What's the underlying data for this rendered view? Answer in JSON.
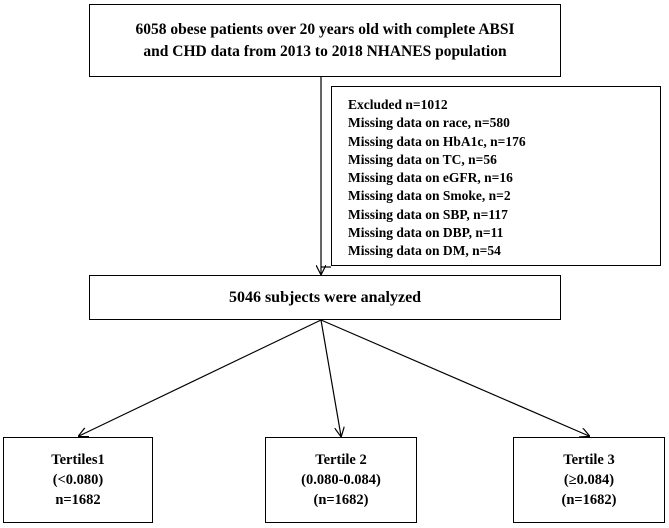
{
  "top_box": {
    "line1": "6058 obese patients over 20 years old with complete ABSI",
    "line2": "and CHD data from 2013 to 2018 NHANES population"
  },
  "exclusion_box": {
    "lines": [
      "Excluded n=1012",
      "Missing data on race,  n=580",
      "Missing data on HbA1c,  n=176",
      "Missing data on TC,  n=56",
      "Missing data on eGFR,  n=16",
      "Missing data on Smoke,  n=2",
      "Missing data on SBP,  n=117",
      "Missing data on DBP,  n=11",
      "Missing data on DM,  n=54"
    ]
  },
  "analyzed_box": {
    "label": "5046 subjects were analyzed"
  },
  "tertiles": [
    {
      "title": "Tertiles1",
      "range": "(<0.080)",
      "count": "n=1682"
    },
    {
      "title": "Tertile 2",
      "range": "(0.080-0.084)",
      "count": "(n=1682)"
    },
    {
      "title": "Tertile 3",
      "range": "(≥0.084)",
      "count": "(n=1682)"
    }
  ],
  "colors": {
    "line": "#000000",
    "background": "#ffffff"
  }
}
